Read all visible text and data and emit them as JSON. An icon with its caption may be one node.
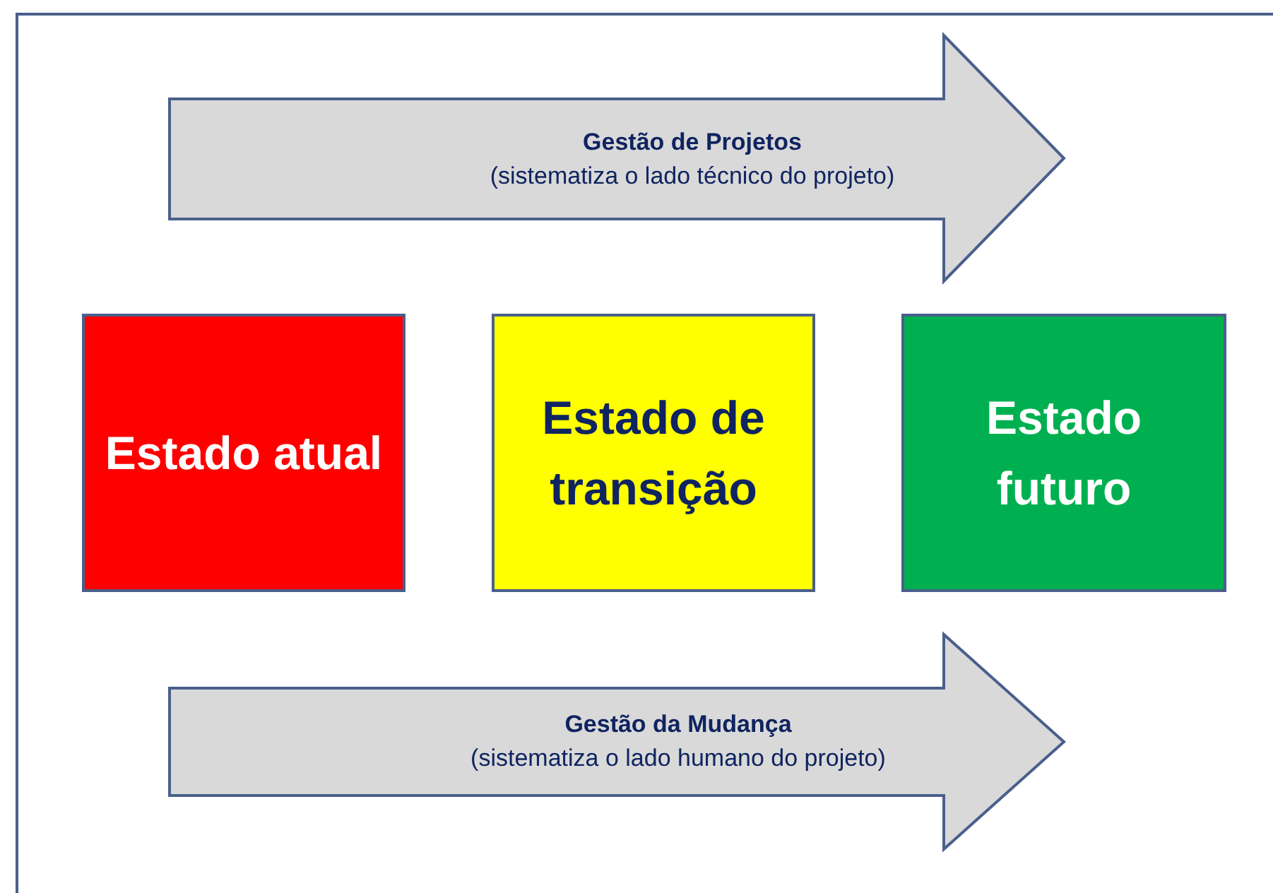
{
  "diagram": {
    "nodes": [
      {
        "text": [
          "Gestão de Projetos",
          "(sistematiza o lado técnico do projeto)"
        ]
      },
      {
        "text": [
          "Estado atual"
        ]
      },
      {
        "text": [
          "Estado de transição"
        ]
      },
      {
        "text": [
          "Estado futuro"
        ]
      },
      {
        "text": [
          "Gestão da Mudança",
          "(sistematiza o lado humano do projeto)"
        ]
      }
    ],
    "edges": []
  }
}
